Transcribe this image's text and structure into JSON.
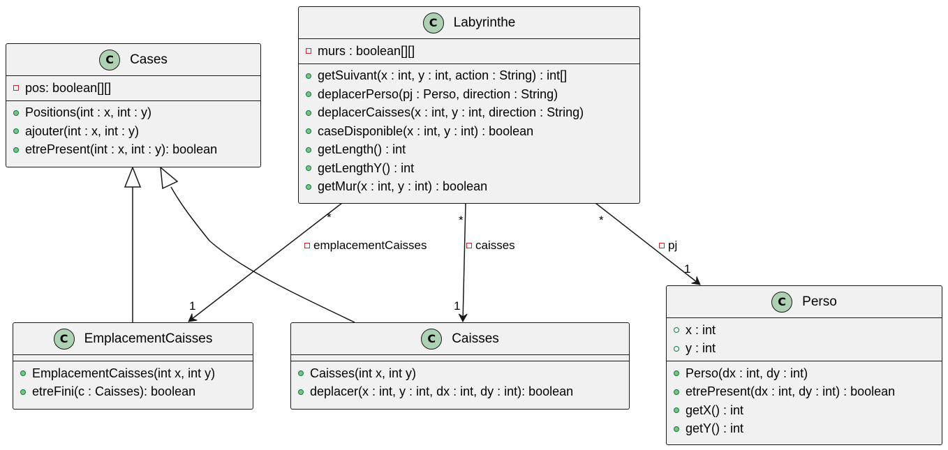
{
  "classes": {
    "labyrinthe": {
      "icon": "C",
      "name": "Labyrinthe",
      "fields": [
        {
          "vis": "private",
          "text": "murs : boolean[][]"
        }
      ],
      "methods": [
        {
          "vis": "public",
          "text": "getSuivant(x : int, y : int, action : String) : int[]"
        },
        {
          "vis": "public",
          "text": "deplacerPerso(pj : Perso, direction : String)"
        },
        {
          "vis": "public",
          "text": "deplacerCaisses(x : int, y : int, direction : String)"
        },
        {
          "vis": "public",
          "text": "caseDisponible(x : int, y : int) : boolean"
        },
        {
          "vis": "public",
          "text": "getLength() : int"
        },
        {
          "vis": "public",
          "text": "getLengthY() : int"
        },
        {
          "vis": "public",
          "text": "getMur(x : int, y : int) : boolean"
        }
      ]
    },
    "cases": {
      "icon": "C",
      "name": "Cases",
      "fields": [
        {
          "vis": "private",
          "text": "pos: boolean[][]"
        }
      ],
      "methods": [
        {
          "vis": "public",
          "text": "Positions(int : x, int : y)"
        },
        {
          "vis": "public",
          "text": "ajouter(int : x, int : y)"
        },
        {
          "vis": "public",
          "text": "etrePresent(int : x, int : y): boolean"
        }
      ]
    },
    "emplacement": {
      "icon": "C",
      "name": "EmplacementCaisses",
      "fields": [],
      "methods": [
        {
          "vis": "public",
          "text": "EmplacementCaisses(int x, int y)"
        },
        {
          "vis": "public",
          "text": "etreFini(c : Caisses): boolean"
        }
      ]
    },
    "caisses": {
      "icon": "C",
      "name": "Caisses",
      "fields": [],
      "methods": [
        {
          "vis": "public",
          "text": "Caisses(int x, int y)"
        },
        {
          "vis": "public",
          "text": "deplacer(x : int, y : int, dx : int, dy : int): boolean"
        }
      ]
    },
    "perso": {
      "icon": "C",
      "name": "Perso",
      "fields": [
        {
          "vis": "public-field",
          "text": "x : int"
        },
        {
          "vis": "public-field",
          "text": "y : int"
        }
      ],
      "methods": [
        {
          "vis": "public",
          "text": "Perso(dx : int, dy : int)"
        },
        {
          "vis": "public",
          "text": "etrePresent(dx : int, dy : int) : boolean"
        },
        {
          "vis": "public",
          "text": "getX() : int"
        },
        {
          "vis": "public",
          "text": "getY() : int"
        }
      ]
    }
  },
  "relations": [
    {
      "from": "Labyrinthe",
      "to": "EmplacementCaisses",
      "kind": "association",
      "role": "emplacementCaisses",
      "role_vis": "private",
      "source_mult": "*",
      "target_mult": "1"
    },
    {
      "from": "Labyrinthe",
      "to": "Caisses",
      "kind": "association",
      "role": "caisses",
      "role_vis": "private",
      "source_mult": "*",
      "target_mult": "1"
    },
    {
      "from": "Labyrinthe",
      "to": "Perso",
      "kind": "association",
      "role": "pj",
      "role_vis": "private",
      "source_mult": "*",
      "target_mult": "1"
    },
    {
      "from": "EmplacementCaisses",
      "to": "Cases",
      "kind": "generalization"
    },
    {
      "from": "Caisses",
      "to": "Cases",
      "kind": "generalization"
    }
  ],
  "colors": {
    "class_bg": "#f1f1f1",
    "class_border": "#181818",
    "class_icon_bg": "#add1b2",
    "private_marker": "#c82930",
    "public_marker": "#84be84",
    "public_marker_border": "#038048"
  }
}
